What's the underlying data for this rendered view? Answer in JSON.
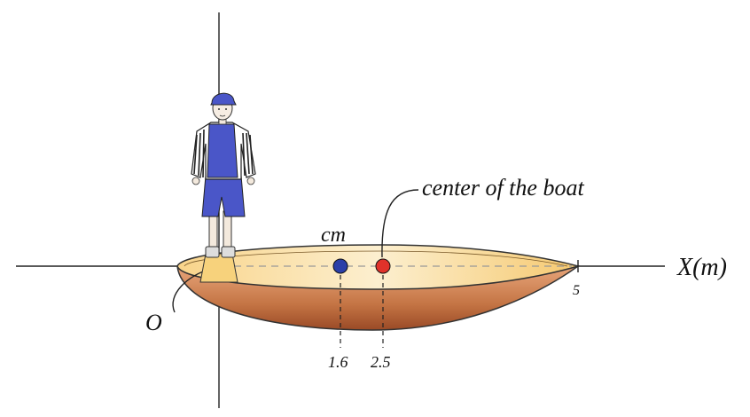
{
  "diagram": {
    "labels": {
      "center_of_boat": "center of the boat",
      "cm": "cm",
      "origin": "O",
      "x_axis": "X(m)",
      "end_tick": "5",
      "cm_tick": "1.6",
      "center_tick": "2.5"
    },
    "colors": {
      "cm_dot": "#2b3fa8",
      "center_dot": "#e0322a",
      "deck": "#f7c86a",
      "hull": "#b8643a",
      "person_shirt": "#4a56c8"
    },
    "icons": [
      "person-icon",
      "boat-icon"
    ]
  }
}
